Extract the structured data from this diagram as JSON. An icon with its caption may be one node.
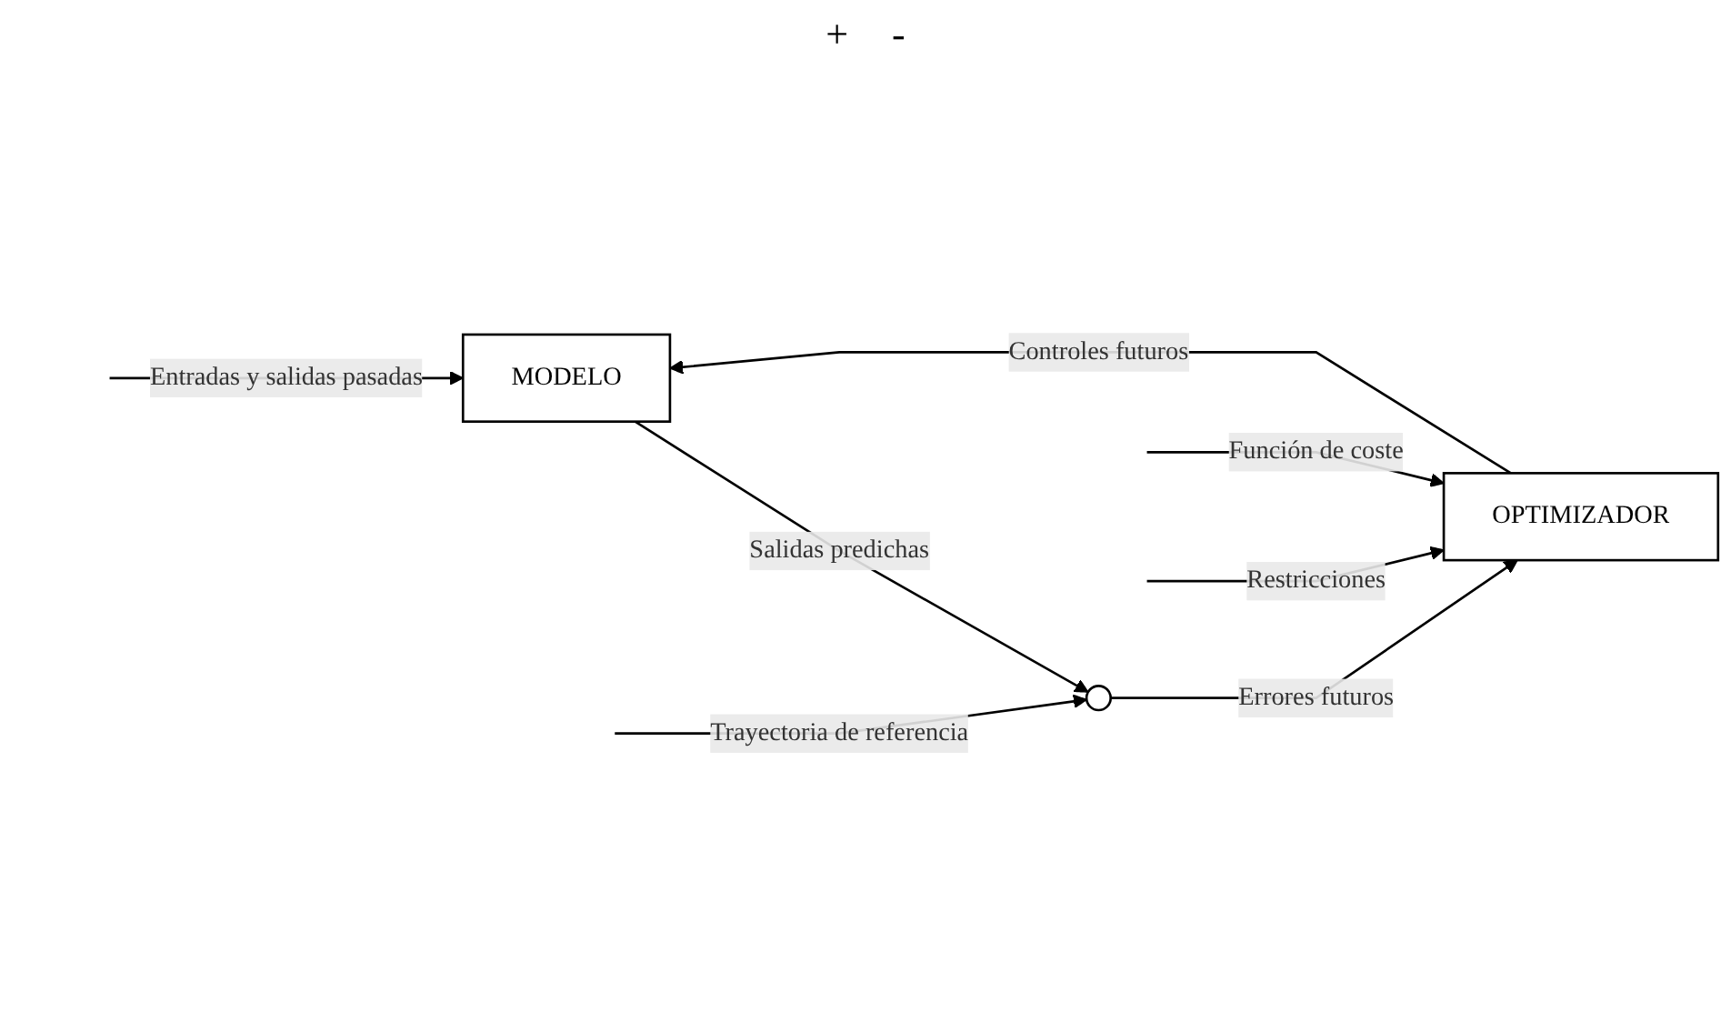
{
  "diagram": {
    "nodes": [
      {
        "text": [
          "MODELO"
        ]
      },
      {
        "text": [],
        "shape": "circle"
      },
      {
        "text": [
          "OPTIMIZADOR"
        ]
      }
    ],
    "edges": [
      {
        "from": null,
        "to": 0,
        "arrow": "to",
        "label": "Entradas y salidas pasadas"
      },
      {
        "from": 0,
        "to": 1,
        "arrow": "to",
        "label": "Salidas predichas"
      },
      {
        "from": null,
        "to": 1,
        "arrow": "to",
        "label": "Trayectoria de referencia"
      },
      {
        "from": 1,
        "to": 2,
        "arrow": "to",
        "label": "Errores futuros"
      },
      {
        "from": 2,
        "to": 0,
        "arrow": "to",
        "label": "Controles futuros"
      },
      {
        "from": null,
        "to": 2,
        "arrow": "to",
        "label": "Función de coste"
      },
      {
        "from": null,
        "to": 2,
        "arrow": "to",
        "label": "Restricciones"
      }
    ],
    "labels": [
      "+",
      "-"
    ]
  }
}
